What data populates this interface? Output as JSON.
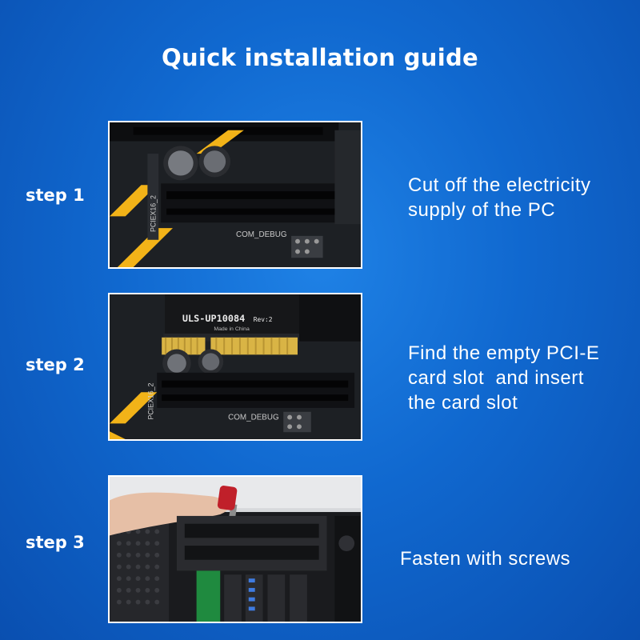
{
  "title": "Quick installation guide",
  "steps": [
    {
      "label": "step 1",
      "lines": [
        "Cut off the electricity",
        "supply of the PC"
      ],
      "photo": {
        "board_text_1": "COM_DEBUG",
        "board_text_2": "PCIEX16_2"
      }
    },
    {
      "label": "step 2",
      "lines": [
        "Find the empty PCI-E",
        "card slot  and insert",
        "the card slot"
      ],
      "photo": {
        "card_model": "ULS-UP10084",
        "card_rev": "Rev:2",
        "card_origin": "Made in China",
        "board_text_1": "COM_DEBUG",
        "board_text_2": "PCIEX16_2"
      }
    },
    {
      "label": "step 3",
      "lines": [
        "Fasten with screws"
      ],
      "photo": {}
    }
  ],
  "colors": {
    "background": "#1068cf",
    "board": "#1b1d21",
    "stripe": "#f2b318",
    "gold_contacts": "#d9b445"
  }
}
